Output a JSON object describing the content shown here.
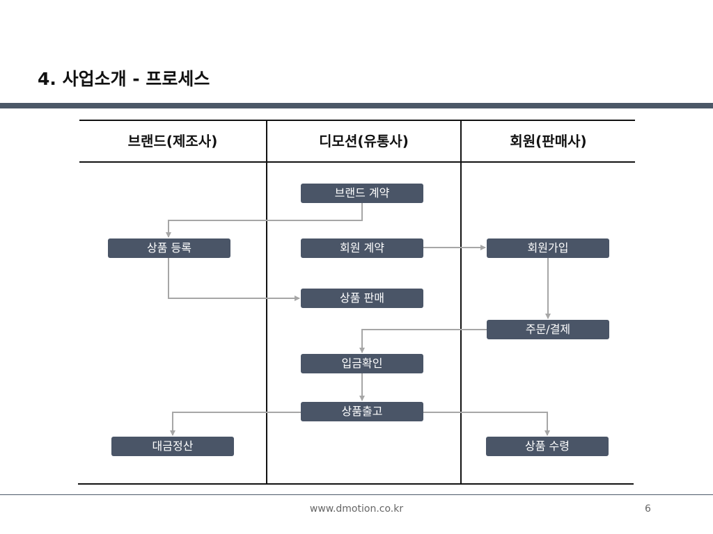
{
  "slide": {
    "title": "4. 사업소개 - 프로세스",
    "footer_url": "www.dmotion.co.kr",
    "page_number": "6"
  },
  "columns": {
    "brand": "브랜드(제조사)",
    "dmotion": "디모션(유통사)",
    "member": "회원(판매사)"
  },
  "steps": {
    "brand_contract": "브랜드 계약",
    "product_register": "상품 등록",
    "member_contract": "회원 계약",
    "member_signup": "회원가입",
    "product_sale": "상품 판매",
    "order_payment": "주문/결제",
    "deposit_check": "입금확인",
    "product_release": "상품출고",
    "settlement": "대금정산",
    "product_receipt": "상품 수령"
  },
  "colors": {
    "box_fill": "#4a5567",
    "arrow": "#a6a6a6",
    "title_bar": "#4b5867"
  }
}
